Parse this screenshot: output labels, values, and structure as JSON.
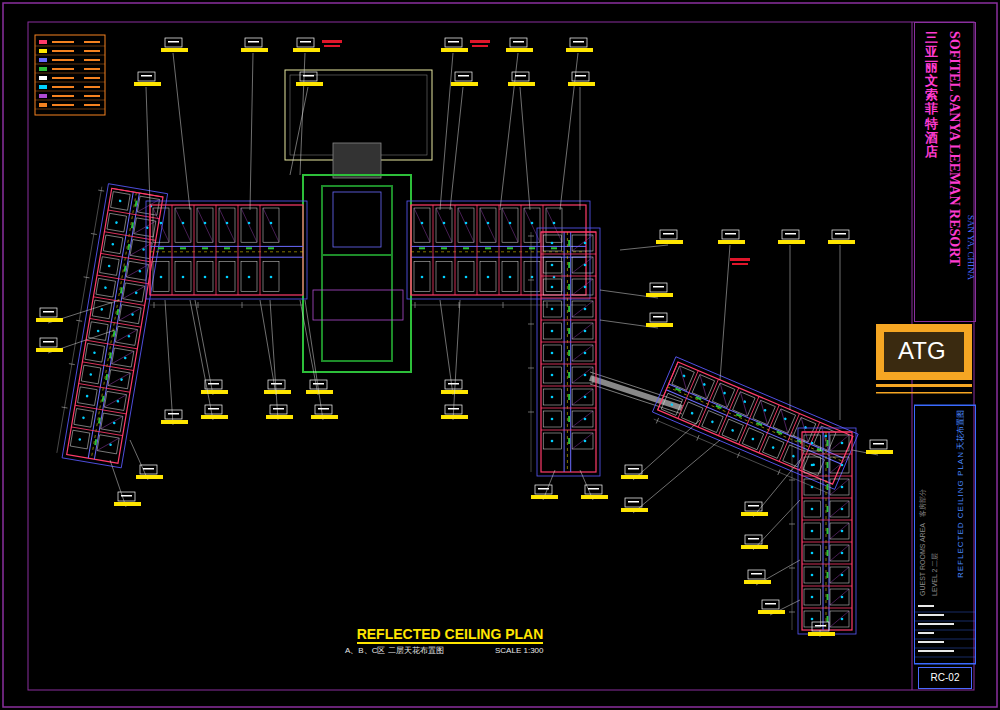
{
  "diagram": {
    "title": "REFLECTED CEILING PLAN",
    "caption": "A、B、C区 二层天花布置图",
    "nodes": [
      {
        "text": [
          "三亚丽文索菲特酒店",
          "SOFITEL SANYA LEEMAN RESORT",
          "SAN YA, CHINA"
        ]
      },
      {
        "text": [
          "ATG"
        ]
      },
      {
        "text": [
          "GUEST ROOMS AREA",
          "客房部分",
          "LEVEL 2 二层",
          "REFLECTED CEILING PLAN",
          "天花布置图"
        ]
      },
      {
        "text": [
          "RC-02"
        ]
      }
    ],
    "labels": [
      "SCALE 1:300"
    ]
  }
}
